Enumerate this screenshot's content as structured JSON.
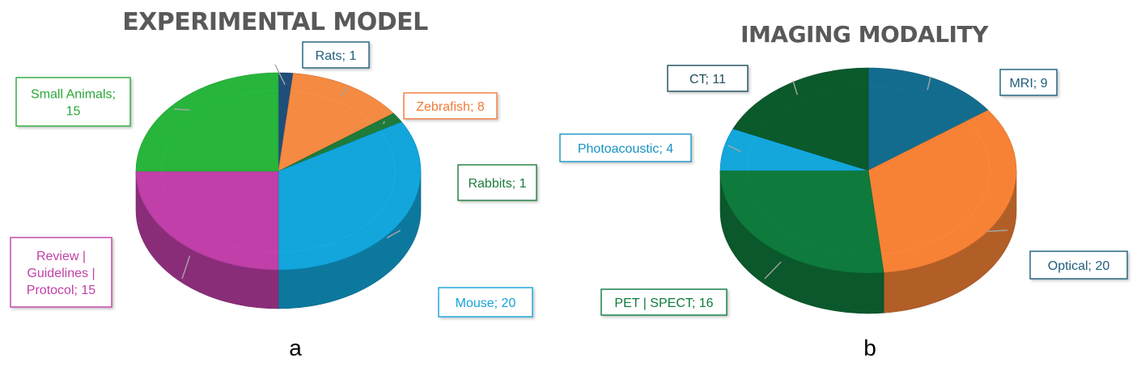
{
  "chart_data": [
    {
      "type": "pie",
      "title": "EXPERIMENTAL MODEL",
      "panel_label": "a",
      "label_format": "{name}; {value}",
      "slices": [
        {
          "name": "Rats",
          "value": 1,
          "color": "#1f4e79",
          "label_color": "#1f5d7a"
        },
        {
          "name": "Zebrafish",
          "value": 8,
          "color": "#f58a42",
          "label_color": "#f07a3a"
        },
        {
          "name": "Rabbits",
          "value": 1,
          "color": "#1e7b3a",
          "label_color": "#1e7b3a"
        },
        {
          "name": "Mouse",
          "value": 20,
          "color": "#12a6dc",
          "label_color": "#12a3d8"
        },
        {
          "name": "Review | Guidelines | Protocol",
          "value": 15,
          "color": "#c03fa8",
          "label_color": "#c03fa8"
        },
        {
          "name": "Small Animals",
          "value": 15,
          "color": "#27b53c",
          "label_color": "#2aa838"
        }
      ]
    },
    {
      "type": "pie",
      "title": "IMAGING MODALITY",
      "panel_label": "b",
      "label_format": "{name}; {value}",
      "slices": [
        {
          "name": "MRI",
          "value": 9,
          "color": "#136c8e",
          "label_color": "#1f5d7a"
        },
        {
          "name": "Optical",
          "value": 20,
          "color": "#f78236",
          "label_color": "#1f5d7a"
        },
        {
          "name": "PET | SPECT",
          "value": 16,
          "color": "#0e7a3c",
          "label_color": "#0e7a3c"
        },
        {
          "name": "Photoacoustic",
          "value": 4,
          "color": "#13a7dc",
          "label_color": "#1593c4"
        },
        {
          "name": "CT",
          "value": 11,
          "color": "#0b5a2c",
          "label_color": "#1f4e5a"
        }
      ]
    }
  ]
}
